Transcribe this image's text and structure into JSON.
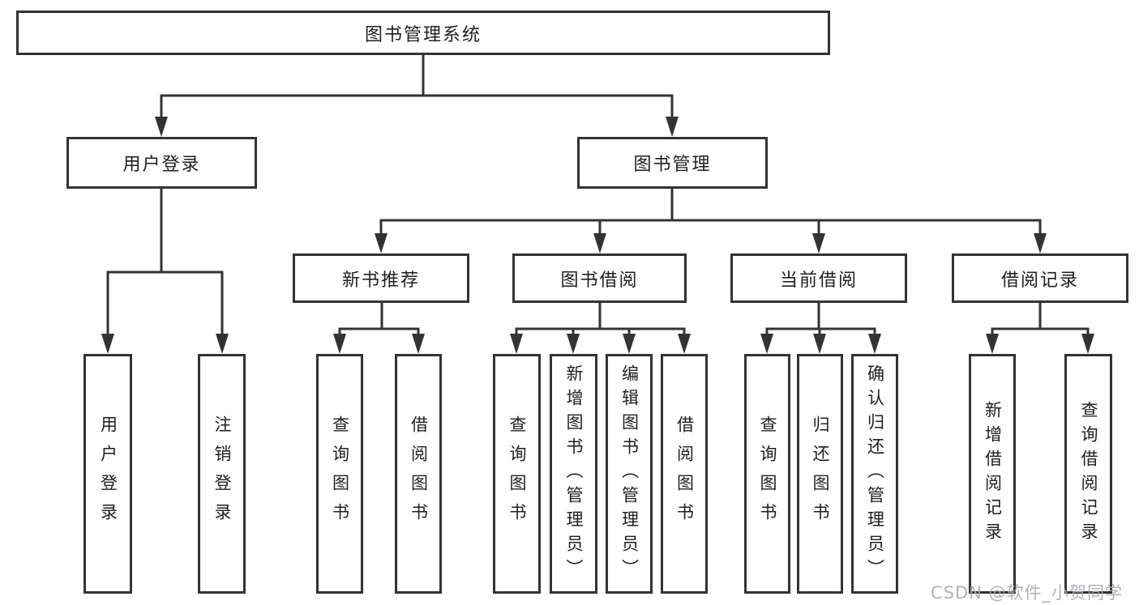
{
  "watermark": "CSDN @软件_小贺同学",
  "colors": {
    "line": "#333333",
    "text": "#1f1f1f",
    "background": "#ffffff",
    "watermark": "#a8a8af"
  },
  "nodes": {
    "root": {
      "label": "图书管理系统"
    },
    "login": {
      "label": "用户登录",
      "children": [
        {
          "label": "用户登录"
        },
        {
          "label": "注销登录"
        }
      ]
    },
    "management": {
      "label": "图书管理",
      "children": [
        {
          "label": "新书推荐",
          "children": [
            {
              "label": "查询图书"
            },
            {
              "label": "借阅图书"
            }
          ]
        },
        {
          "label": "图书借阅",
          "children": [
            {
              "label": "查询图书"
            },
            {
              "label": "新增图书（管理员）"
            },
            {
              "label": "编辑图书（管理员）"
            },
            {
              "label": "借阅图书"
            }
          ]
        },
        {
          "label": "当前借阅",
          "children": [
            {
              "label": "查询图书"
            },
            {
              "label": "归还图书"
            },
            {
              "label": "确认归还（管理员）"
            }
          ]
        },
        {
          "label": "借阅记录",
          "children": [
            {
              "label": "新增借阅记录"
            },
            {
              "label": "查询借阅记录"
            }
          ]
        }
      ]
    }
  }
}
